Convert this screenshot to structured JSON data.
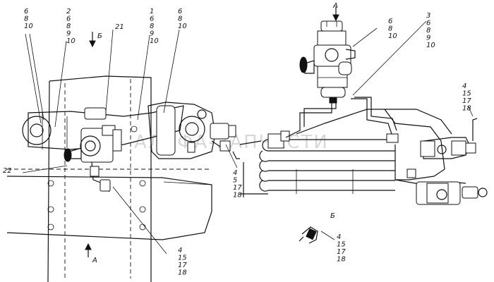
{
  "watermark": "АЛЬФА-ЗАПЧАСТИ",
  "view_marks": {
    "a_top": "А",
    "b_top": "Б",
    "b_detail": "Б",
    "a_bottom": "А"
  },
  "callouts": {
    "c_top_left": [
      "6",
      "8",
      "10"
    ],
    "c_2": [
      "2",
      "6",
      "8",
      "9",
      "10"
    ],
    "c_21": [
      "21"
    ],
    "c_1": [
      "1",
      "6",
      "8",
      "9",
      "10"
    ],
    "c_mid": [
      "6",
      "8",
      "10"
    ],
    "c_top_right": [
      "6",
      "8",
      "10"
    ],
    "c_3": [
      "3",
      "6",
      "8",
      "9",
      "10"
    ],
    "c_right": [
      "4",
      "15",
      "17",
      "18"
    ],
    "c_22": [
      "22"
    ],
    "c_center": [
      "4",
      "5",
      "17",
      "18"
    ],
    "c_bottom": [
      "4",
      "15",
      "17",
      "18"
    ],
    "c_detail": [
      "4",
      "15",
      "17",
      "18"
    ]
  }
}
